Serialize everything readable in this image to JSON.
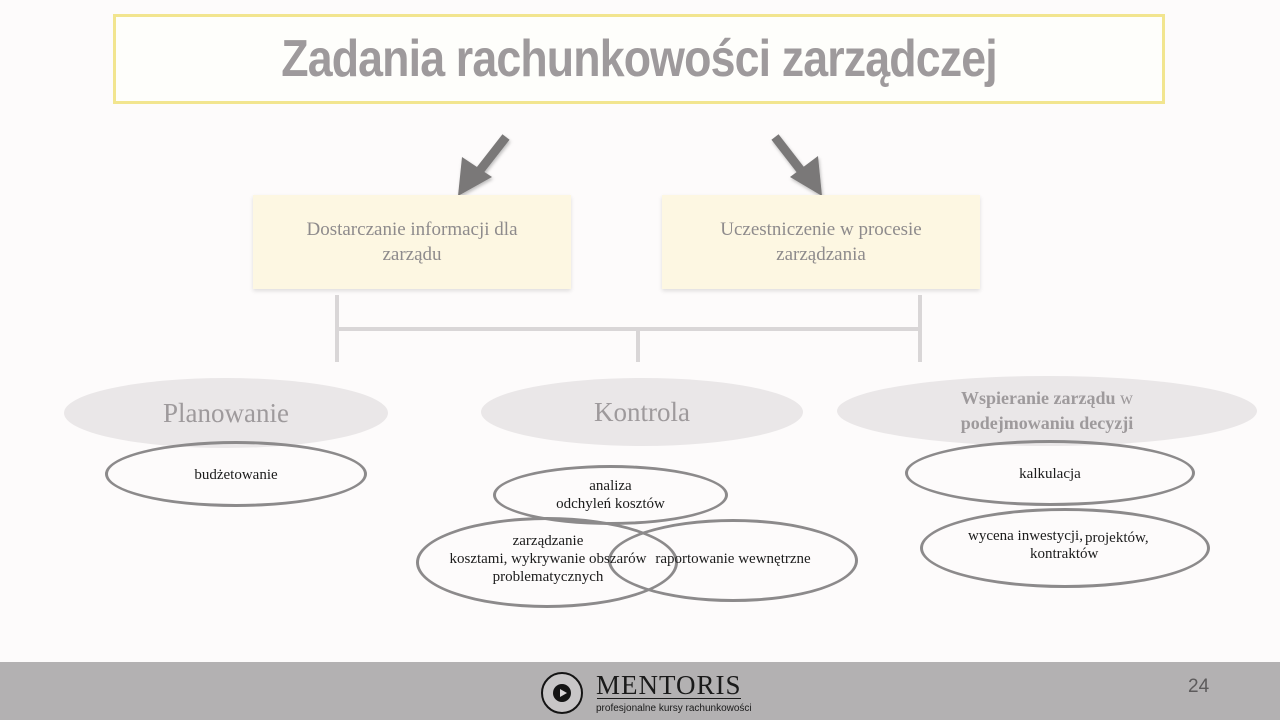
{
  "title": "Zadania rachunkowości zarządczej",
  "tasks": {
    "left": "Dostarczanie informacji dla zarządu",
    "right": "Uczestniczenie w procesie zarządzania"
  },
  "categories": {
    "planning": "Planowanie",
    "control": "Kontrola",
    "support_bold": "Wspieranie zarządu",
    "support_w": "w",
    "support_rest": "podejmowaniu decyzji"
  },
  "subs": {
    "budgeting": "budżetowanie",
    "analysis_line1": "analiza",
    "analysis_line2": "odchyleń kosztów",
    "cost_mgmt_line1": "zarządzanie",
    "cost_mgmt_line2": "kosztami, wykrywanie obszarów",
    "cost_mgmt_line3": "problematycznych",
    "reporting": "raportowanie wewnętrzne",
    "costing": "kalkulacja",
    "valuation_a": "wycena inwestycji,",
    "valuation_b": "projektów,",
    "valuation_c": "kontraktów"
  },
  "footer": {
    "brand": "MENTORIS",
    "tagline": "profesjonalne kursy rachunkowości",
    "page": "24"
  },
  "colors": {
    "title_border": "#f2e58f",
    "task_fill": "#fdf7e2",
    "category_fill": "#eae7e8",
    "footer_bg": "#b3b1b2"
  }
}
